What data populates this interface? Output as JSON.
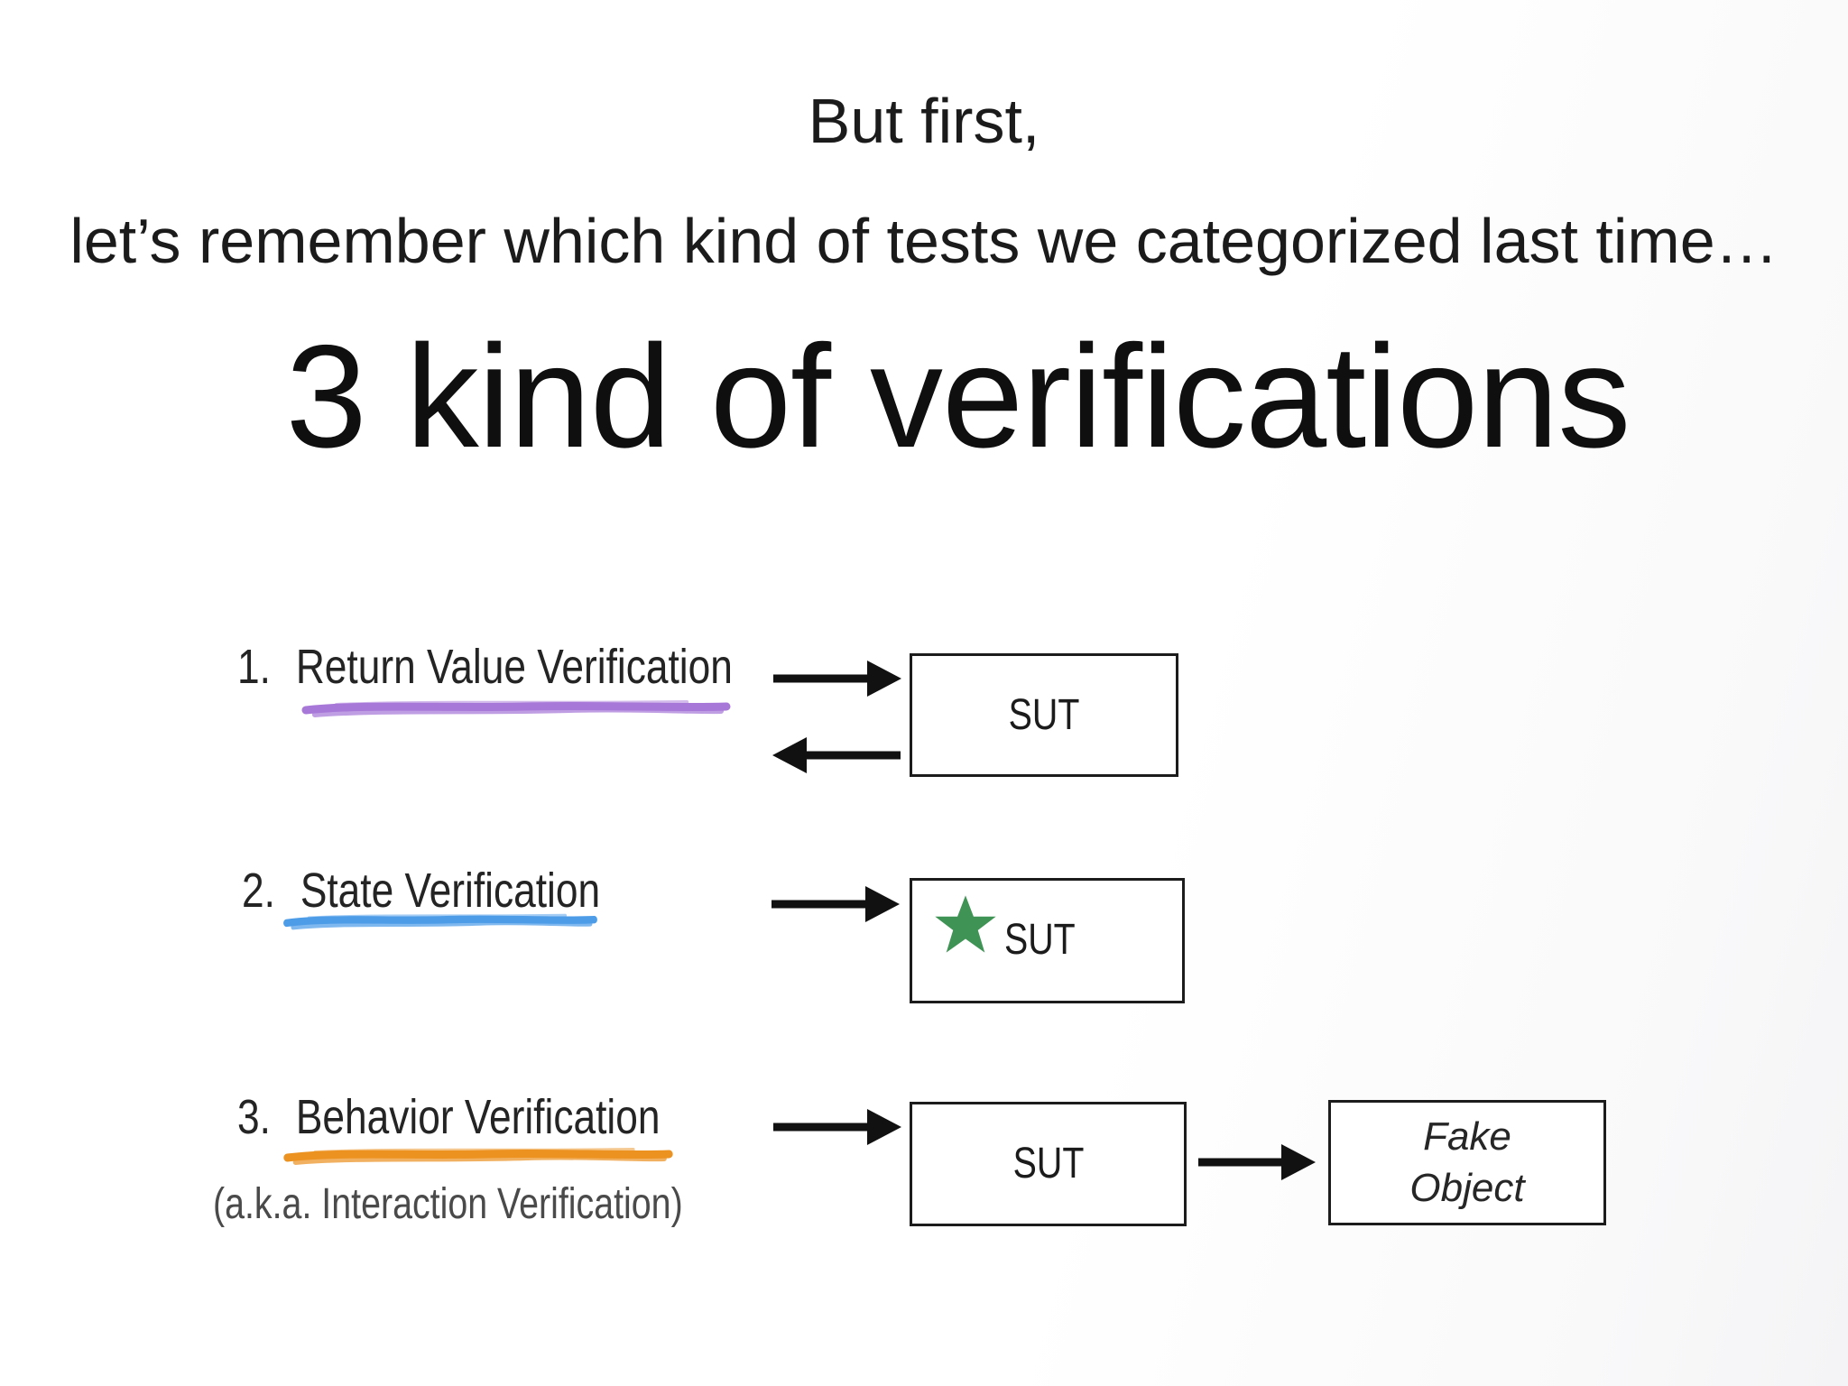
{
  "slide": {
    "intro_line_1": "But first,",
    "intro_line_2": "let’s remember which kind of tests we categorized last time…",
    "title": "3 kind of verifications"
  },
  "colors": {
    "underline_purple": "#a878d8",
    "underline_blue": "#4d9ce8",
    "underline_orange": "#ec9221",
    "star_green": "#3f9355",
    "arrow_black": "#111111",
    "box_border": "#1c1c1c"
  },
  "items": [
    {
      "number": "1.",
      "label": "Return Value Verification"
    },
    {
      "number": "2.",
      "label": "State Verification"
    },
    {
      "number": "3.",
      "label": "Behavior Verification",
      "sub_label": "(a.k.a. Interaction Verification)"
    }
  ],
  "diagram": {
    "sut_label": "SUT",
    "fake_object_line_1": "Fake",
    "fake_object_line_2": "Object"
  }
}
